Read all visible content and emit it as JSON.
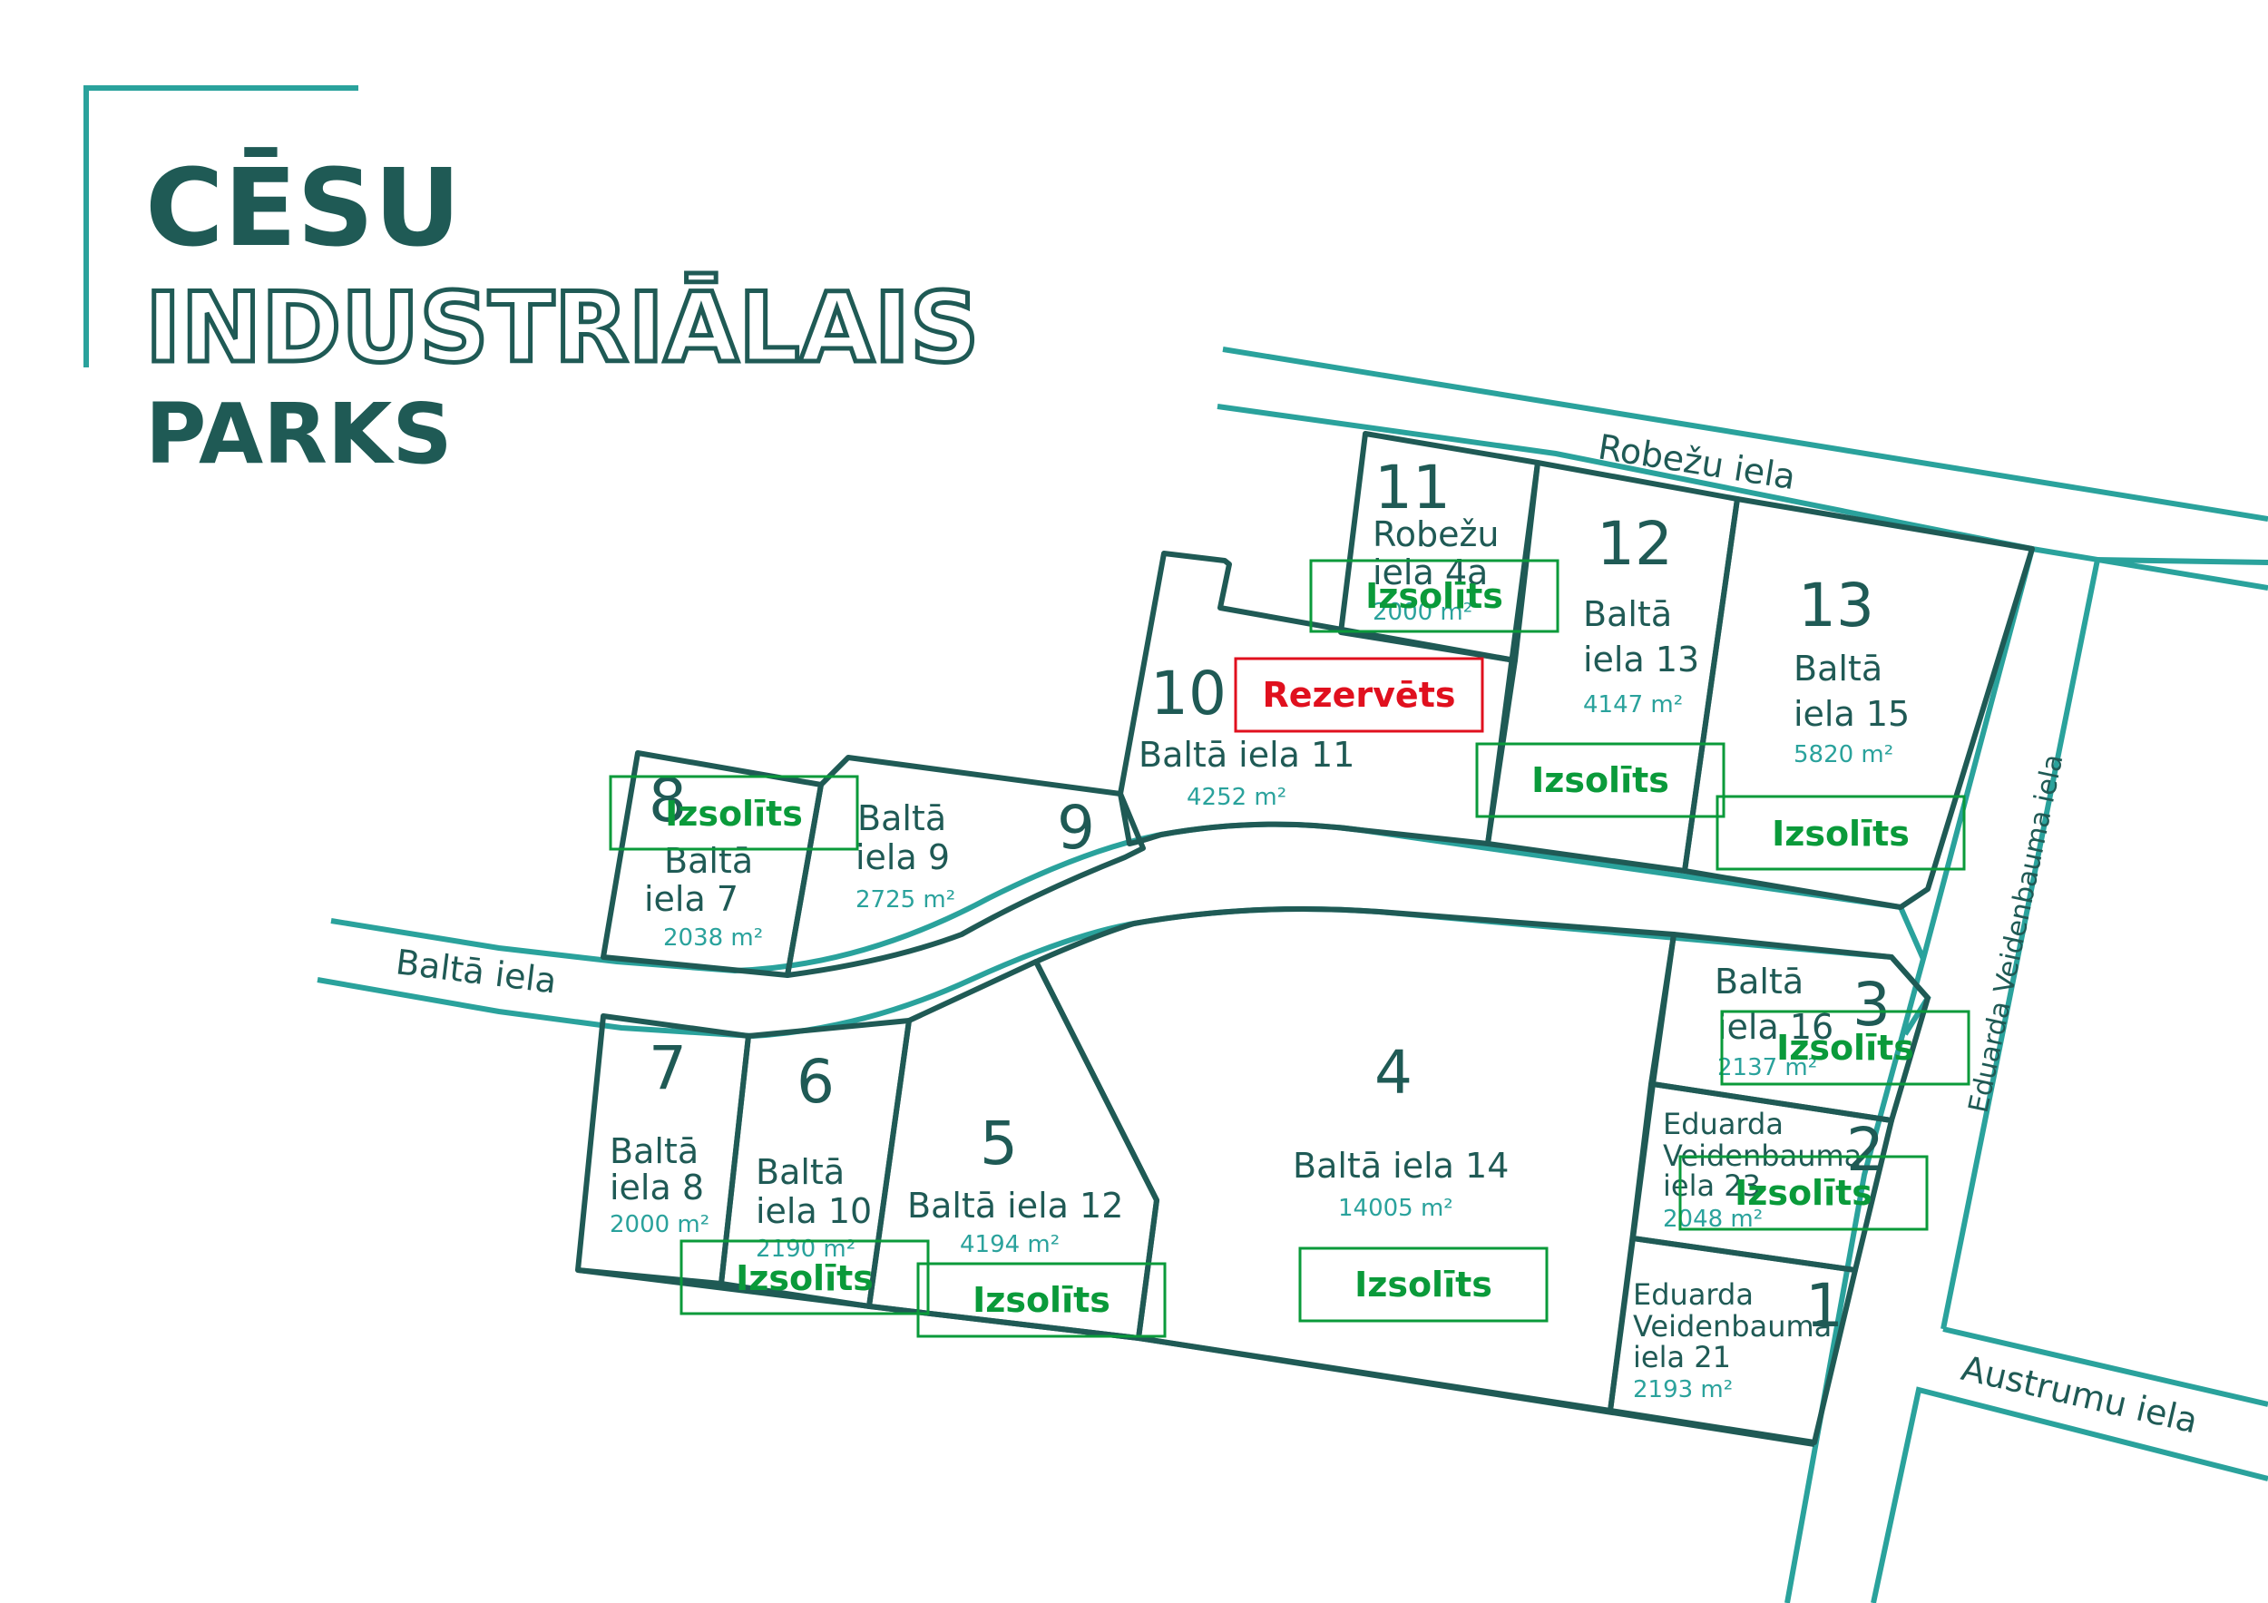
{
  "header": {
    "line1": "CĒSU",
    "line2": "INDUSTRIĀLAIS",
    "line3": "PARKS"
  },
  "colors": {
    "dark": "#1f5a55",
    "teal": "#2aa29c",
    "green": "#0a9a3a",
    "red": "#e0101e"
  },
  "streets": {
    "robezu": "Robežu iela",
    "balta": "Baltā iela",
    "veidenbauma": "Eduarda Veidenbauma iela",
    "austrumu": "Austrumu iela"
  },
  "plots": {
    "p1": {
      "num": "1",
      "addr": [
        "Eduarda",
        "Veidenbauma",
        "iela 21"
      ],
      "area": "2193 m²"
    },
    "p2": {
      "num": "2",
      "addr": [
        "Eduarda",
        "Veidenbauma",
        "iela 23"
      ],
      "area": "2048 m²"
    },
    "p3": {
      "num": "3",
      "addr": [
        "Baltā",
        "iela 16"
      ],
      "area": "2137 m²"
    },
    "p4": {
      "num": "4",
      "addr": [
        "Baltā iela 14"
      ],
      "area": "14005 m²"
    },
    "p5": {
      "num": "5",
      "addr": [
        "Baltā iela 12"
      ],
      "area": "4194 m²"
    },
    "p6": {
      "num": "6",
      "addr": [
        "Baltā",
        "iela 10"
      ],
      "area": "2190 m²"
    },
    "p7": {
      "num": "7",
      "addr": [
        "Baltā",
        "iela 8"
      ],
      "area": "2000 m²"
    },
    "p8": {
      "num": "8",
      "addr": [
        "Baltā",
        "iela 7"
      ],
      "area": "2038 m²"
    },
    "p9": {
      "num": "9",
      "addr": [
        "Baltā",
        "iela 9"
      ],
      "area": "2725 m²"
    },
    "p10": {
      "num": "10",
      "addr": [
        "Baltā iela 11"
      ],
      "area": "4252 m²"
    },
    "p11": {
      "num": "11",
      "addr": [
        "Robežu",
        "iela 4a"
      ],
      "area": "2000 m²"
    },
    "p12": {
      "num": "12",
      "addr": [
        "Baltā",
        "iela 13"
      ],
      "area": "4147 m²"
    },
    "p13": {
      "num": "13",
      "addr": [
        "Baltā",
        "iela 15"
      ],
      "area": "5820 m²"
    }
  },
  "statuses": {
    "sold": "Izsolīts",
    "reserved": "Rezervēts"
  }
}
